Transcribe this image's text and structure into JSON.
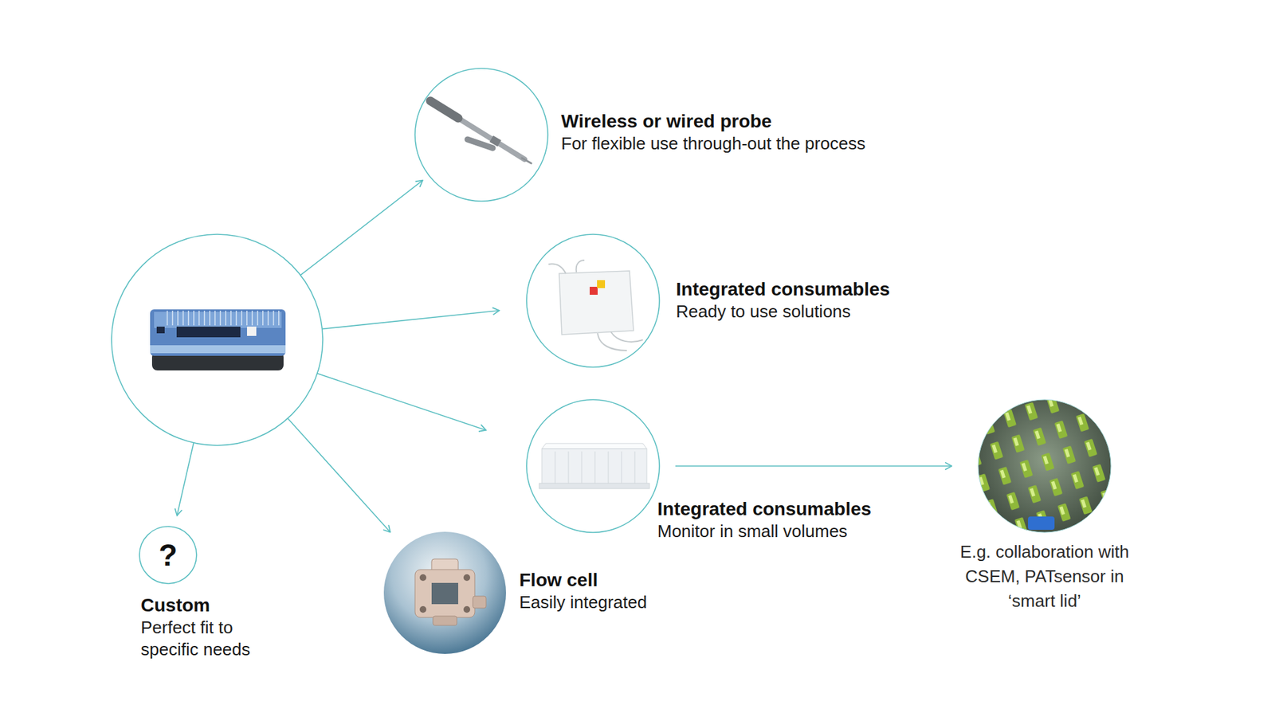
{
  "diagram": {
    "nodes": [
      {
        "text": []
      },
      {
        "text": [
          "Wireless or wired probe",
          "For flexible use through-out the process"
        ]
      },
      {
        "text": [
          "Integrated consumables",
          "Ready to use solutions"
        ]
      },
      {
        "text": [
          "Integrated consumables",
          "Monitor in small volumes"
        ]
      },
      {
        "text": [
          "E.g. collaboration with CSEM, PATsensor in ‘smart lid’"
        ]
      },
      {
        "text": [
          "Flow cell",
          "Easily integrated"
        ]
      },
      {
        "text": [
          "?",
          "Custom",
          "Perfect fit to specific needs"
        ]
      }
    ],
    "edges": [
      {
        "from": 0,
        "to": 1,
        "arrow": "to"
      },
      {
        "from": 0,
        "to": 2,
        "arrow": "to"
      },
      {
        "from": 0,
        "to": 3,
        "arrow": "to"
      },
      {
        "from": 0,
        "to": 5,
        "arrow": "to"
      },
      {
        "from": 0,
        "to": 6,
        "arrow": "to"
      },
      {
        "from": 3,
        "to": 4,
        "arrow": "to"
      }
    ]
  }
}
